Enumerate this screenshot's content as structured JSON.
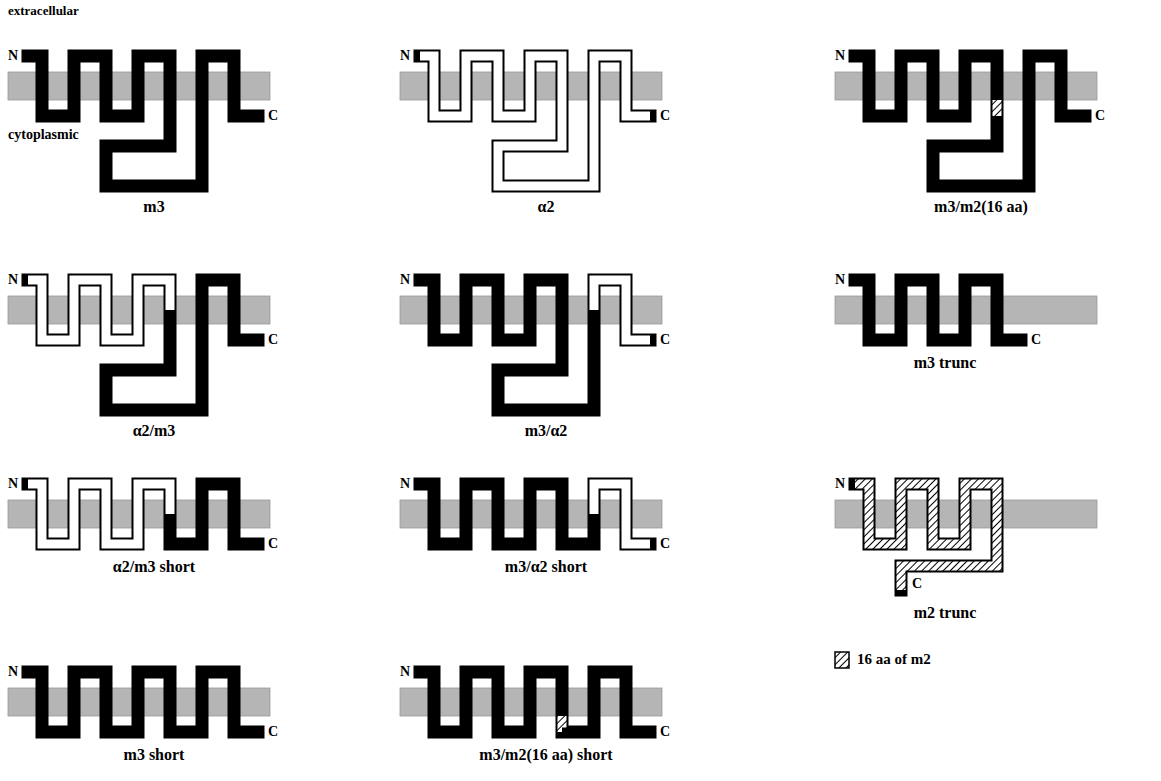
{
  "diagram": {
    "labels": [
      "extracellular",
      "cytoplasmic",
      "N",
      "C",
      "m3",
      "N",
      "C",
      "α2",
      "N",
      "C",
      "m3/m2(16 aa)",
      "N",
      "C",
      "α2/m3",
      "N",
      "C",
      "m3/α2",
      "N",
      "C",
      "m3 trunc",
      "N",
      "C",
      "α2/m3 short",
      "N",
      "C",
      "m3/α2 short",
      "N",
      "C",
      "m2 trunc",
      "N",
      "C",
      "m3 short",
      "N",
      "C",
      "m3/m2(16 aa) short"
    ],
    "legend": [
      {
        "text": "16 aa of m2"
      }
    ]
  }
}
